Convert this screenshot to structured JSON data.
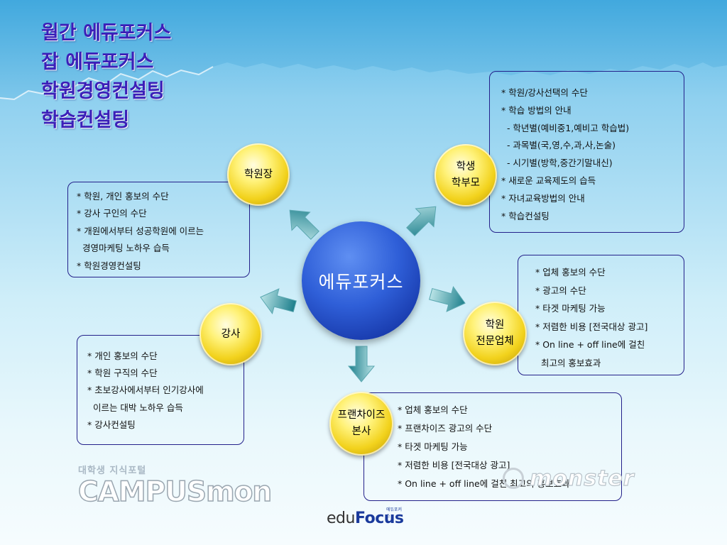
{
  "titles": [
    "월간 에듀포커스",
    "잡 에듀포커스",
    "학원경영컨설팅",
    "학습컨설팅"
  ],
  "center": {
    "label": "에듀포커스",
    "color": "#2f5fd8"
  },
  "nodes": {
    "owner": {
      "lines": [
        "학원장"
      ]
    },
    "student": {
      "lines": [
        "학생",
        "학부모"
      ]
    },
    "agency": {
      "lines": [
        "학원",
        "전문업체"
      ]
    },
    "teacher": {
      "lines": [
        "강사"
      ]
    },
    "franchise": {
      "lines": [
        "프랜차이즈",
        "본사"
      ]
    }
  },
  "boxes": {
    "owner": [
      "* 학원, 개인 홍보의 수단",
      "* 강사 구인의 수단",
      "* 개원에서부터 성공학원에 이르는",
      "  경영마케팅 노하우 습득",
      "* 학원경영컨설팅"
    ],
    "student": [
      "* 학원/강사선택의 수단",
      "* 학습 방법의 안내",
      "  - 학년별(예비중1,예비고 학습법)",
      "  - 과목별(국,영,수,과,사,논술)",
      "  - 시기별(방학,중간기말내신)",
      "* 새로운 교육제도의 습득",
      "* 자녀교육방법의 안내",
      "* 학습컨설팅"
    ],
    "agency": [
      "* 업체 홍보의 수단",
      "* 광고의 수단",
      "* 타겟 마케팅 가능",
      "* 저렴한 비용 [전국대상 광고]",
      "* On line + off line에 걸친",
      "  최고의 홍보효과"
    ],
    "teacher": [
      "* 개인 홍보의 수단",
      "* 학원 구직의 수단",
      "* 초보강사에서부터 인기강사에",
      "  이르는 대박 노하우 습득",
      "* 강사컨설팅"
    ],
    "franchise": [
      "* 업체 홍보의 수단",
      "* 프랜차이즈 광고의 수단",
      "* 타겟 마케팅 가능",
      "* 저렴한 비용 [전국대상 광고]",
      "* On line + off line에 걸친 최고의 홍보효과"
    ]
  },
  "logos": {
    "campus_sub": "대학생 지식포털",
    "campus_main": "CAMPUSmon",
    "monster": "monster",
    "edufocus_edu": "edu",
    "edufocus_focus": "Focus",
    "edufocus_small": "에듀포커스"
  }
}
